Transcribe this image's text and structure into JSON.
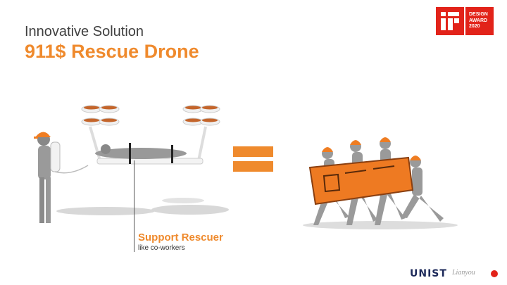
{
  "header": {
    "subtitle": "Innovative Solution",
    "title": "911$ Rescue Drone"
  },
  "award": {
    "logo": "iF",
    "line1": "DESIGN",
    "line2": "AWARD",
    "line3": "2020",
    "color": "#e2231a"
  },
  "illustration": {
    "left": "rescuer-with-backpack-controlling-drone-stretcher",
    "middle": "equals-sign",
    "right": "four-workers-carrying-orange-stretcher"
  },
  "callout": {
    "title": "Support Rescuer",
    "subtitle": "like co-workers"
  },
  "footer": {
    "logo1": "UNIST",
    "logo2": "Lianyou"
  },
  "colors": {
    "accent": "#ef8a2d",
    "text": "#404040"
  }
}
